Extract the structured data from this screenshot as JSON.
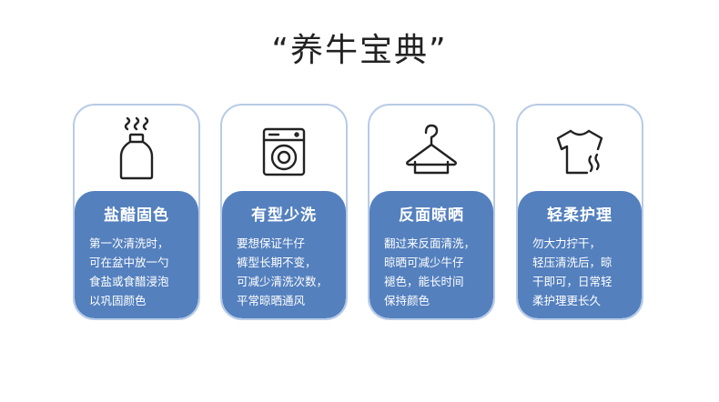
{
  "title": "“养牛宝典”",
  "cards": [
    {
      "icon": "salt-bottle-icon",
      "heading": "盐醋固色",
      "lines": [
        "第一次清洗时，",
        "可在盆中放一勺",
        "食盐或食醋浸泡",
        "以巩固颜色"
      ]
    },
    {
      "icon": "washing-machine-icon",
      "heading": "有型少洗",
      "lines": [
        "要想保证牛仔",
        "裤型长期不变，",
        "可减少清洗次数，",
        "平常晾晒通风"
      ]
    },
    {
      "icon": "hanger-icon",
      "heading": "反面晾晒",
      "lines": [
        "翻过来反面清洗，",
        "晾晒可减少牛仔",
        "褪色，能长时间",
        "保持颜色"
      ]
    },
    {
      "icon": "shirt-icon",
      "heading": "轻柔护理",
      "lines": [
        "勿大力拧干，",
        "轻压清洗后，晾",
        "干即可，日常轻",
        "柔护理更长久"
      ]
    }
  ]
}
